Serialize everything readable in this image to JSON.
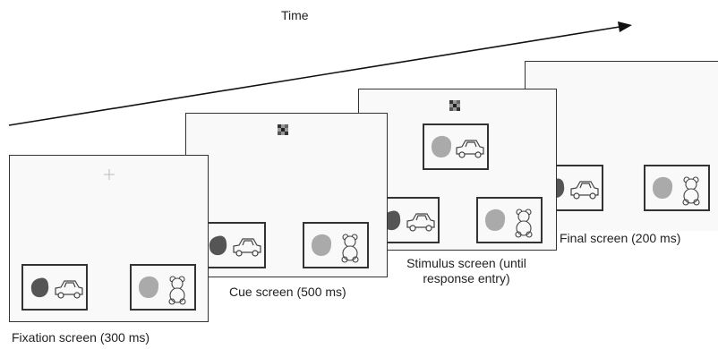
{
  "time_axis": {
    "label": "Time"
  },
  "screens": [
    {
      "id": "final",
      "label": "Final screen (200 ms)"
    },
    {
      "id": "stimulus",
      "label_lines": [
        "Stimulus screen (until",
        "response entry)"
      ]
    },
    {
      "id": "cue",
      "label": "Cue screen (500 ms)"
    },
    {
      "id": "fixation",
      "label": "Fixation screen (300 ms)"
    }
  ],
  "stimuli": {
    "pair_a": [
      "dark-blob",
      "car"
    ],
    "pair_b": [
      "light-blob",
      "teddy-bear"
    ],
    "pair_c": [
      "light-blob",
      "car"
    ]
  }
}
